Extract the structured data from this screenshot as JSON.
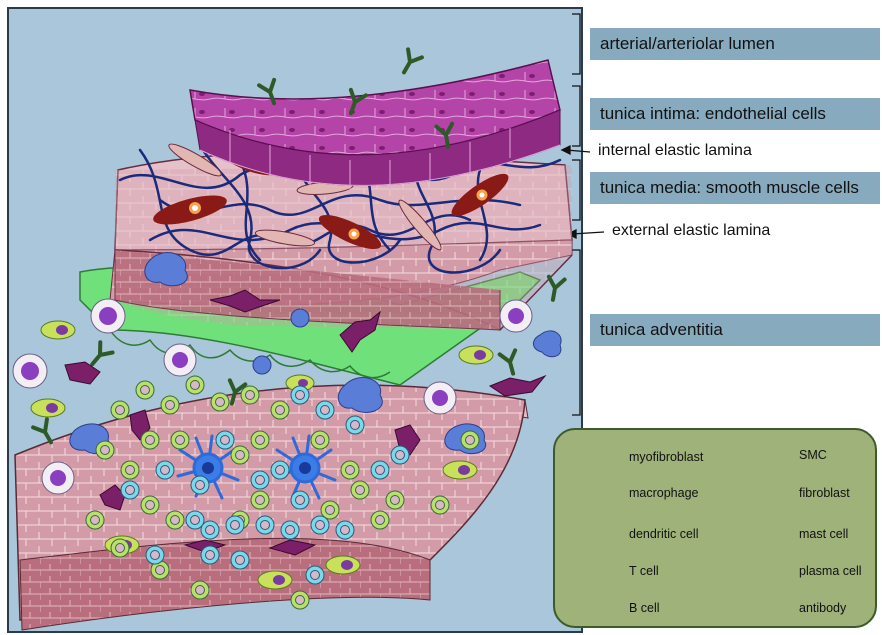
{
  "layers": [
    {
      "label": "arterial/arteriolar lumen"
    },
    {
      "label": "tunica intima: endothelial cells"
    },
    {
      "label": "tunica media: smooth muscle cells"
    },
    {
      "label": "tunica adventitia"
    }
  ],
  "laminae": {
    "internal": "internal elastic lamina",
    "external": "external elastic lamina"
  },
  "legend": {
    "items": [
      {
        "label": "myofibroblast",
        "icon": "myofibroblast-icon"
      },
      {
        "label": "SMC",
        "icon": "smc-icon"
      },
      {
        "label": "macrophage",
        "icon": "macrophage-icon"
      },
      {
        "label": "fibroblast",
        "icon": "fibroblast-icon"
      },
      {
        "label": "dendritic cell",
        "icon": "dendritic-cell-icon"
      },
      {
        "label": "mast cell",
        "icon": "mast-cell-icon"
      },
      {
        "label": "T cell",
        "icon": "t-cell-icon"
      },
      {
        "label": "plasma cell",
        "icon": "plasma-cell-icon"
      },
      {
        "label": "B cell",
        "icon": "b-cell-icon"
      },
      {
        "label": "antibody",
        "icon": "antibody-icon"
      }
    ]
  },
  "colors": {
    "background": "#a9c6da",
    "intima": "#b03aa5",
    "media": "#d9a3b0",
    "elastic_lamina": "#5fe06a",
    "adventitia": "#c98a97",
    "collagen": "#1b2a7a",
    "legend_bg": "#9fb27a"
  }
}
